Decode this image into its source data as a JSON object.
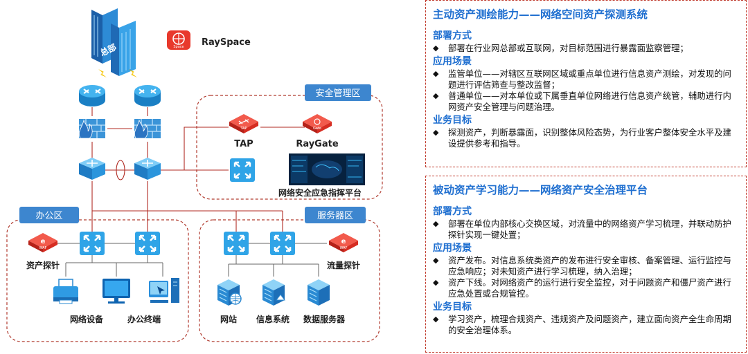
{
  "diagram": {
    "zones": {
      "security": "安全管理区",
      "office": "办公区",
      "server": "服务器区"
    },
    "hq_label": "总部",
    "nodes": {
      "rayspace": "RaySpace",
      "tap": "TAP",
      "raygate": "RayGate",
      "command_platform": "网络安全应急指挥平台",
      "asset_probe": "资产探针",
      "traffic_probe": "流量探针",
      "network_device": "网络设备",
      "office_terminal": "办公终端",
      "website": "网站",
      "info_system": "信息系统",
      "data_server": "数据服务器"
    },
    "badges": {
      "space": "Space",
      "tap": "TAP",
      "gate": "Gate",
      "waf": "WAF"
    },
    "colors": {
      "zone_border": "#b03a2e",
      "zone_label_bg": "#3d86cf",
      "device_blue": "#2aa0e0",
      "product_red": "#e8392c"
    }
  },
  "panels": {
    "active": {
      "title": "主动资产测绘能力——网络空间资产探测系统",
      "sections": [
        {
          "heading": "部署方式",
          "bullets": [
            "部署在行业网总部或互联网，对目标范围进行暴露面监察管理；"
          ]
        },
        {
          "heading": "应用场景",
          "bullets": [
            "监管单位——对辖区互联网区域或重点单位进行信息资产测绘，对发现的问题进行评估筛查与整改监督；",
            "普通单位——对本单位或下属垂直单位网络进行信息资产统管，辅助进行内网资产安全管理与问题治理。"
          ]
        },
        {
          "heading": "业务目标",
          "bullets": [
            "探测资产，判断暴露面，识别整体风险态势，为行业客户整体安全水平及建设提供参考和指导。"
          ]
        }
      ]
    },
    "passive": {
      "title": "被动资产学习能力——网络资产安全治理平台",
      "sections": [
        {
          "heading": "部署方式",
          "bullets": [
            "部署在单位内部核心交换区域，对流量中的网络资产学习梳理，并联动防护探针实现一键处置；"
          ]
        },
        {
          "heading": "应用场景",
          "bullets": [
            "资产发布。对信息系统类资产的发布进行安全审核、备案管理、运行监控与应急响应；对未知资产进行学习梳理，纳入治理；",
            "资产下线。对网络资产的运行进行安全监控，对于问题资产和僵尸资产进行应急处置或合规管控。"
          ]
        },
        {
          "heading": "业务目标",
          "bullets": [
            "学习资产，梳理合规资产、违规资产及问题资产，建立面向资产全生命周期的安全治理体系。"
          ]
        }
      ]
    }
  }
}
